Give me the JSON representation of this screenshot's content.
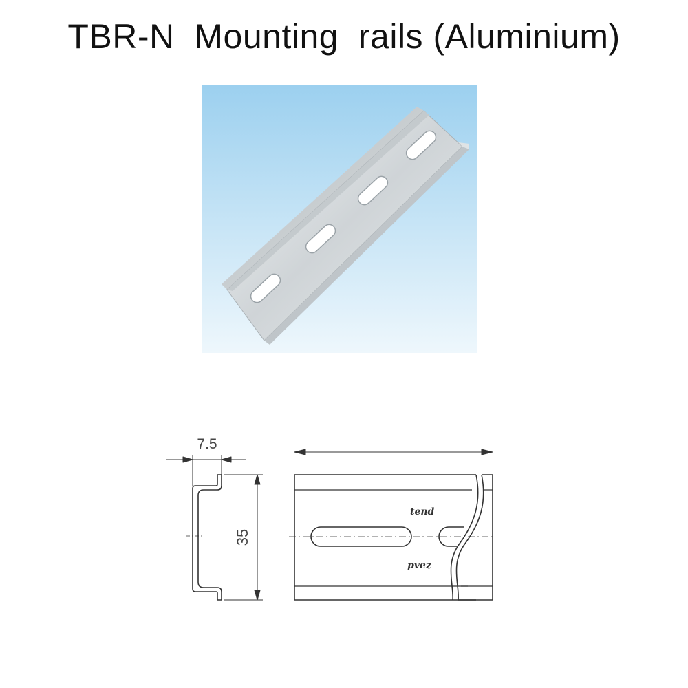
{
  "title": "TBR-N  Mounting  rails (Aluminium)",
  "drawing": {
    "profile_width_label": "7.5",
    "profile_height_label": "35",
    "stamp_top": "tend",
    "stamp_bottom": "pvez"
  },
  "colors": {
    "sky_top": "#9fd0ef",
    "sky_bottom": "#eef7fb",
    "line": "#333333"
  }
}
